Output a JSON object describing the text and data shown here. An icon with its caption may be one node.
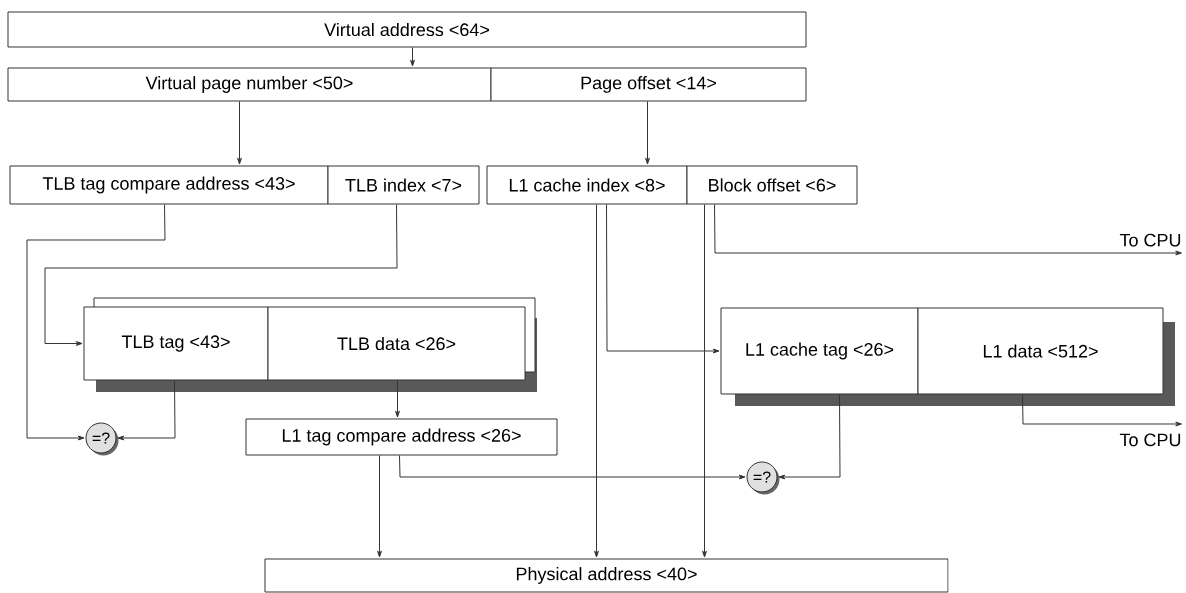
{
  "diagram": {
    "nodes": [
      {
        "text": [
          "Virtual address <64>"
        ]
      },
      {
        "text": [
          "Virtual page number <50>"
        ]
      },
      {
        "text": [
          "Page offset <14>"
        ]
      },
      {
        "text": [
          "TLB tag compare address <43>"
        ]
      },
      {
        "text": [
          "TLB index <7>"
        ]
      },
      {
        "text": [
          "L1 cache index <8>"
        ]
      },
      {
        "text": [
          "Block offset <6>"
        ]
      },
      {
        "text": [
          "TLB tag <43>"
        ]
      },
      {
        "text": [
          "TLB data <26>"
        ]
      },
      {
        "text": [
          "L1 cache tag <26>"
        ]
      },
      {
        "text": [
          "L1 data <512>"
        ]
      },
      {
        "text": [
          "L1 tag compare address <26>"
        ]
      },
      {
        "text": [
          "=?"
        ]
      },
      {
        "text": [
          "=?"
        ]
      },
      {
        "text": [
          "Physical address <40>"
        ]
      }
    ],
    "edges": [
      {
        "from": 0,
        "to": 1,
        "arrow": "to"
      },
      {
        "from": 1,
        "to": 3,
        "arrow": "to"
      },
      {
        "from": 2,
        "to": 5,
        "arrow": "to"
      },
      {
        "from": 3,
        "to": 12,
        "arrow": "to"
      },
      {
        "from": 4,
        "to": 7,
        "arrow": "to"
      },
      {
        "from": 7,
        "to": 12,
        "arrow": "to"
      },
      {
        "from": 8,
        "to": 11,
        "arrow": "to"
      },
      {
        "from": 11,
        "to": 13,
        "arrow": "to"
      },
      {
        "from": 9,
        "to": 13,
        "arrow": "to"
      },
      {
        "from": 11,
        "to": 14,
        "arrow": "to"
      },
      {
        "from": 5,
        "to": 14,
        "arrow": "to"
      },
      {
        "from": 5,
        "to": 9,
        "arrow": "to"
      },
      {
        "from": 6,
        "to": 14,
        "arrow": "to"
      },
      {
        "from": 6,
        "to": null,
        "arrow": "to",
        "label": "To CPU"
      },
      {
        "from": 10,
        "to": null,
        "arrow": "to",
        "label": "To CPU"
      }
    ]
  }
}
